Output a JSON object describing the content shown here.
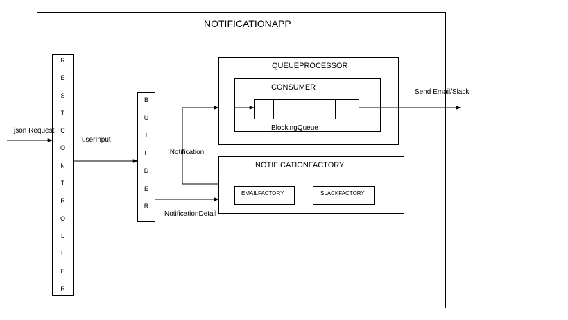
{
  "app": {
    "title": "NOTIFICATIONAPP"
  },
  "rest_controller": {
    "letters": [
      "R",
      "E",
      "S",
      "T",
      "C",
      "O",
      "N",
      "T",
      "R",
      "O",
      "L",
      "L",
      "E",
      "R"
    ]
  },
  "builder": {
    "letters": [
      "B",
      "U",
      "I",
      "L",
      "D",
      "E",
      "R"
    ]
  },
  "queue_processor": {
    "title": "QUEUEPROCESSOR",
    "consumer": {
      "title": "CONSUMER"
    },
    "blocking_queue": {
      "label": "BlockingQueue",
      "cells": 5
    }
  },
  "notification_factory": {
    "title": "NOTIFICATIONFACTORY",
    "email_factory": "EMAILFACTORY",
    "slack_factory": "SLACKFACTORY"
  },
  "edges": {
    "json_request": "json Request",
    "user_input": "userInput",
    "inotification": "INotification",
    "notification_detail": "NotificationDetail",
    "send_email_slack": "Send Email/Slack"
  }
}
